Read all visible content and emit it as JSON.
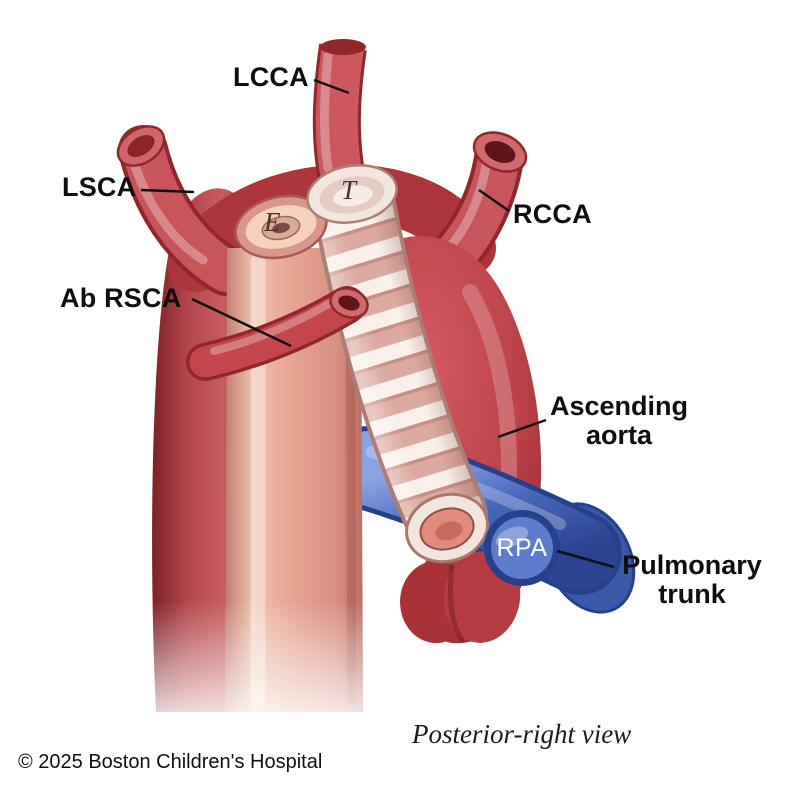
{
  "figure": {
    "caption": "Posterior-right view",
    "copyright": "© 2025 Boston Children's Hospital"
  },
  "labels": {
    "lcca": "LCCA",
    "lsca": "LSCA",
    "rcca": "RCCA",
    "ab_rsca": "Ab RSCA",
    "ascending_aorta": {
      "line1": "Ascending",
      "line2": "aorta"
    },
    "pulmonary_trunk": {
      "line1": "Pulmonary",
      "line2": "trunk"
    },
    "rpa": "RPA",
    "esophagus_letter": "E",
    "trachea_letter": "T"
  },
  "colors": {
    "artery_red": "#bc4048",
    "artery_dark": "#8f272d",
    "esophagus_pink": "#e7a493",
    "trachea_cream": "#f2e4de",
    "pulmonary_blue": "#4a6abf",
    "pulmonary_blue_light": "#5d7ccd",
    "label_text": "#111111",
    "background": "#ffffff"
  }
}
